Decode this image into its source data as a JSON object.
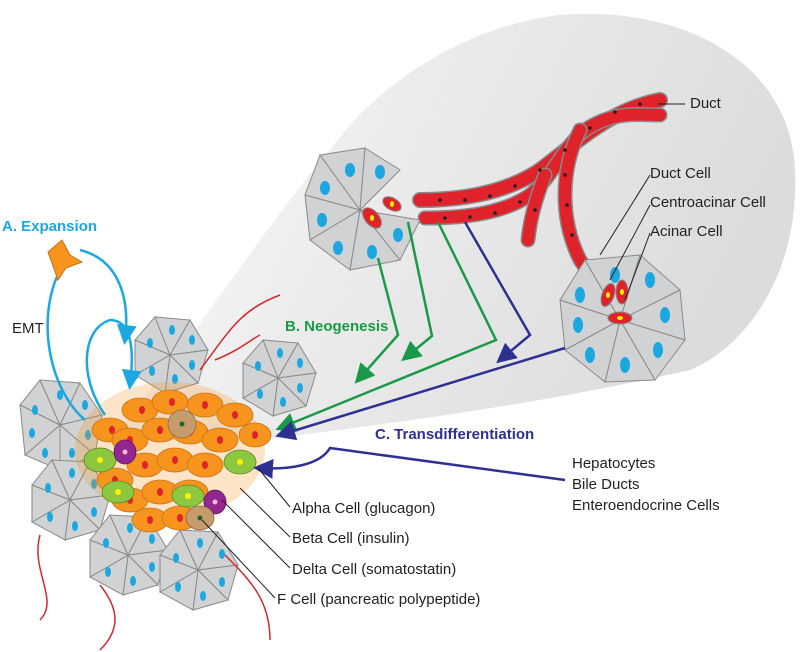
{
  "colors": {
    "expansion": "#1ba7e0",
    "neogenesis": "#1a9a48",
    "transdiff": "#2e3192",
    "duct_red": "#e0222a",
    "acinar_gray": "#d0d2d3",
    "nucleus_blue": "#1ba7e0",
    "alpha_green": "#8dc63f",
    "beta_orange": "#f7941d",
    "delta_purple": "#92278f",
    "f_brown": "#c69c6d",
    "vessel_red": "#d7262b"
  },
  "labels": {
    "duct": "Duct",
    "duct_cell": "Duct Cell",
    "centroacinar_cell": "Centroacinar Cell",
    "acinar_cell": "Acinar Cell",
    "expansion": "A. Expansion",
    "emt": "EMT",
    "neogenesis": "B. Neogenesis",
    "transdifferentiation": "C. Transdifferentiation",
    "alpha_cell": "Alpha Cell (glucagon)",
    "beta_cell": "Beta Cell (insulin)",
    "delta_cell": "Delta Cell (somatostatin)",
    "f_cell": "F Cell (pancreatic polypeptide)",
    "sources": [
      "Hepatocytes",
      "Bile Ducts",
      "Enteroendocrine Cells"
    ]
  }
}
